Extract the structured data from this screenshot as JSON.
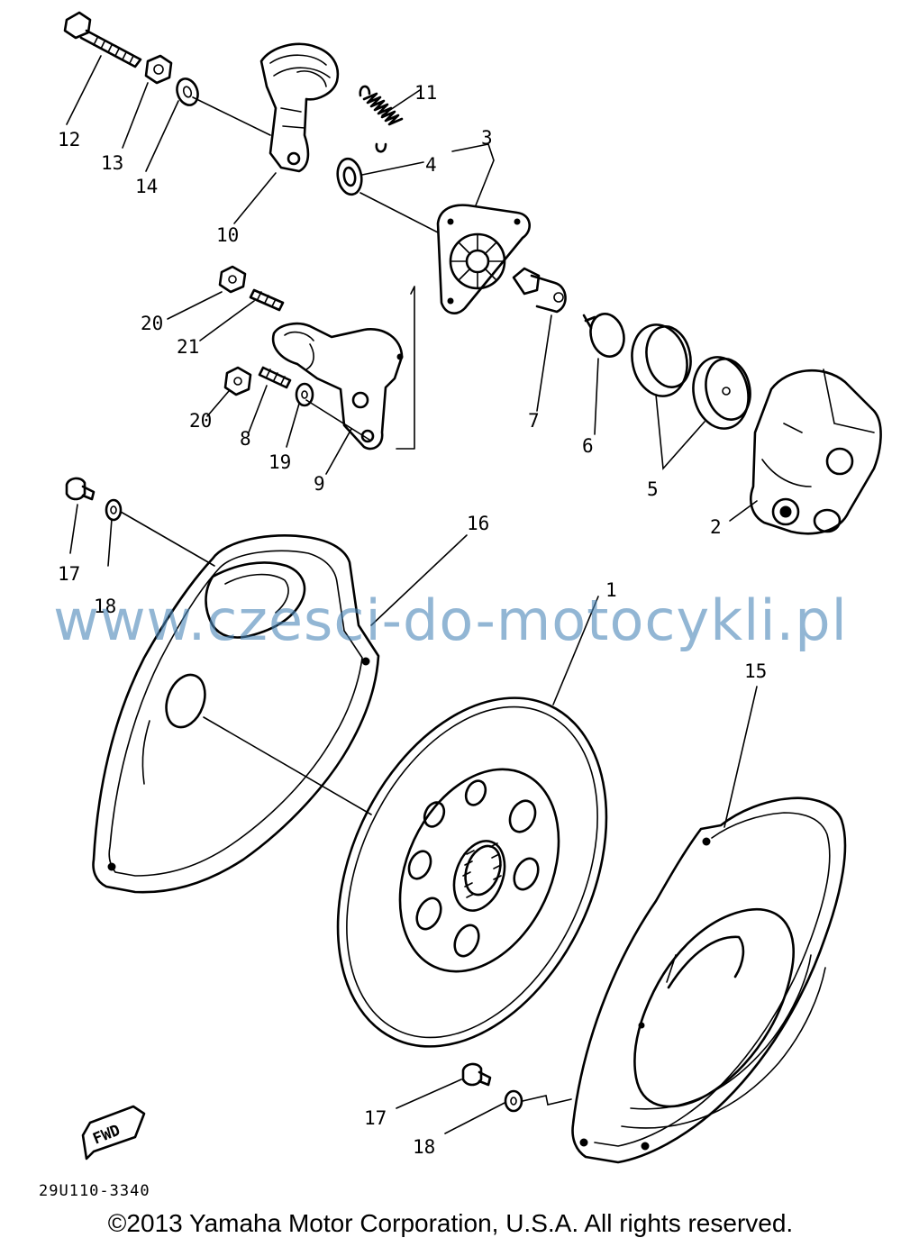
{
  "callouts": [
    {
      "id": "c12",
      "text": "12"
    },
    {
      "id": "c13",
      "text": "13"
    },
    {
      "id": "c14",
      "text": "14"
    },
    {
      "id": "c10",
      "text": "10"
    },
    {
      "id": "c11",
      "text": "11"
    },
    {
      "id": "c3",
      "text": "3"
    },
    {
      "id": "c4",
      "text": "4"
    },
    {
      "id": "c20a",
      "text": "20"
    },
    {
      "id": "c21",
      "text": "21"
    },
    {
      "id": "c20b",
      "text": "20"
    },
    {
      "id": "c8",
      "text": "8"
    },
    {
      "id": "c19",
      "text": "19"
    },
    {
      "id": "c9",
      "text": "9"
    },
    {
      "id": "c7",
      "text": "7"
    },
    {
      "id": "c6",
      "text": "6"
    },
    {
      "id": "c5",
      "text": "5"
    },
    {
      "id": "c2",
      "text": "2"
    },
    {
      "id": "c17a",
      "text": "17"
    },
    {
      "id": "c18a",
      "text": "18"
    },
    {
      "id": "c16",
      "text": "16"
    },
    {
      "id": "c1",
      "text": "1"
    },
    {
      "id": "c15",
      "text": "15"
    },
    {
      "id": "c17b",
      "text": "17"
    },
    {
      "id": "c18b",
      "text": "18"
    }
  ],
  "fwd_label": "FWD",
  "drawing_code": "29U110-3340",
  "watermark": "www.czesci-do-motocykli.pl",
  "copyright": "©2013 Yamaha Motor Corporation, U.S.A. All rights reserved.",
  "colors": {
    "ink": "#000000",
    "watermark": "#4a86b8",
    "background": "#ffffff"
  }
}
